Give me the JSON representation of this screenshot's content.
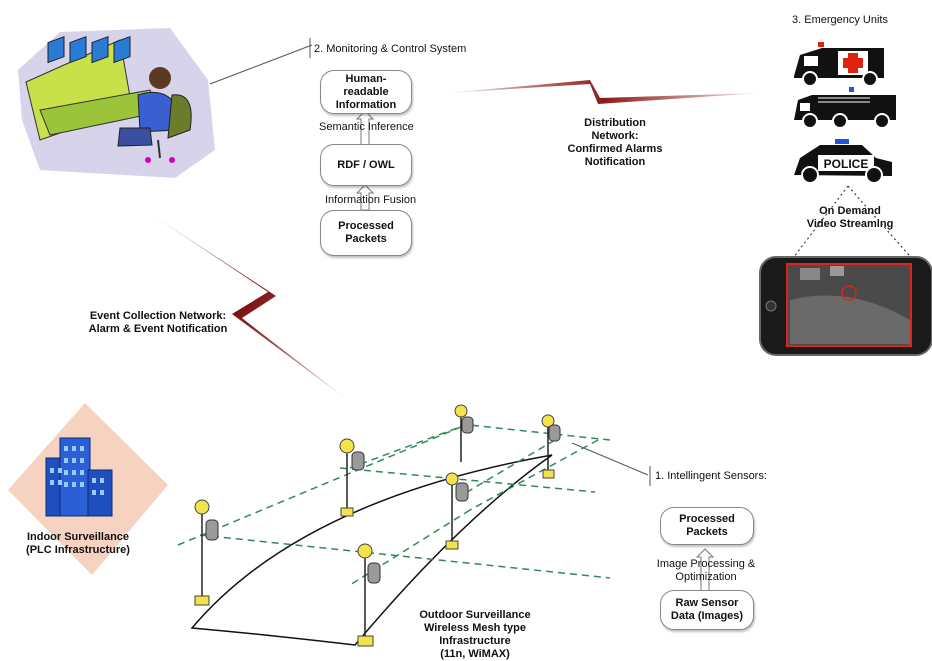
{
  "monitoring": {
    "title": "2. Monitoring & Control System",
    "box_human": "Human-\nreadable\nInformation",
    "label_semantic": "Semantic Inference",
    "box_rdf": "RDF / OWL",
    "label_fusion": "Information Fusion",
    "box_processed": "Processed\nPackets"
  },
  "distribution": {
    "label": "Distribution\nNetwork:\nConfirmed Alarms\nNotification"
  },
  "emergency": {
    "title": "3. Emergency Units",
    "police_text": "POLICE",
    "video_label": "On Demand\nVideo Streaming"
  },
  "event_collection": {
    "label": "Event Collection Network:\nAlarm & Event Notification"
  },
  "sensors": {
    "title": "1. Intellingent Sensors:",
    "box_processed": "Processed\nPackets",
    "label_image": "Image Processing &\nOptimization",
    "box_raw": "Raw Sensor\nData (Images)"
  },
  "indoor": {
    "label": "Indoor Surveillance\n(PLC Infrastructure)"
  },
  "outdoor": {
    "label": "Outdoor Surveillance\nWireless Mesh type\nInfrastructure\n(11n, WiMAX)"
  },
  "colors": {
    "bolt": "#8b1a1a",
    "mesh": "#2e8b57",
    "building": "#1f4fbf",
    "pole_light": "#f2e34b"
  }
}
